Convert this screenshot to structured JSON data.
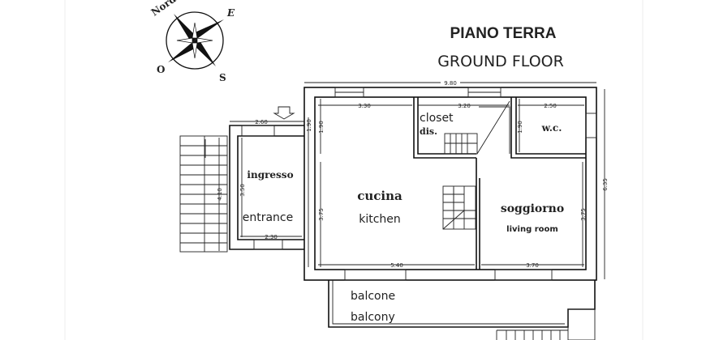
{
  "title": {
    "it": "PIANO TERRA",
    "en": "GROUND FLOOR"
  },
  "compass": {
    "north": "Nord",
    "east": "E",
    "south": "S",
    "west": "O"
  },
  "rooms": {
    "closet": {
      "en": "closet",
      "it": "dis."
    },
    "wc": {
      "it": "w.c."
    },
    "entrance": {
      "it": "ingresso",
      "en": "entrance"
    },
    "kitchen": {
      "it": "cucina",
      "en": "kitchen"
    },
    "living": {
      "it": "soggiorno",
      "en": "living room"
    },
    "balcony": {
      "it": "balcone",
      "en": "balcony"
    }
  },
  "dimensions": {
    "total_width": "9.80",
    "kitchen_top": "3.30",
    "closet_width": "3.20",
    "wc_width": "2.50",
    "closet_height": "1.90",
    "wc_height": "1.90",
    "kitchen_left_upper": "1.90",
    "entrance_top": "2.60",
    "entrance_height": "3.50",
    "entrance_bottom": "2.30",
    "stairs_height": "4.10",
    "kitchen_height": "3.75",
    "living_height": "3.75",
    "total_depth": "6.35",
    "kitchen_bottom": "5.40",
    "living_bottom": "3.70"
  }
}
